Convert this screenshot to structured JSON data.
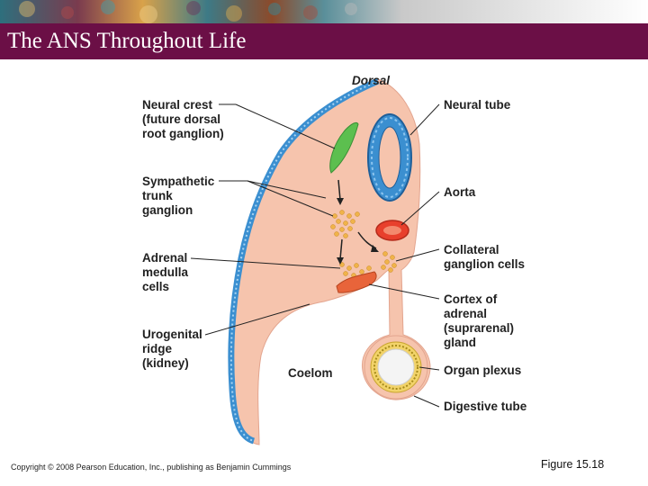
{
  "slide": {
    "title": "The ANS Throughout Life",
    "copyright": "Copyright © 2008 Pearson Education, Inc., publishing as Benjamin Cummings",
    "figure_number": "Figure 15.18"
  },
  "colors": {
    "title_bar": "#6b0f46",
    "tissue": "#f6c4ad",
    "ectoderm": "#3b8fd0",
    "neural_crest": "#5cbf4f",
    "aorta": "#e8402c",
    "ganglion_cells": "#f0b34a"
  },
  "diagram": {
    "orientation_label": "Dorsal",
    "labels": {
      "neural_crest": "Neural crest\n(future dorsal\nroot ganglion)",
      "sympathetic_trunk": "Sympathetic\ntrunk\nganglion",
      "adrenal_medulla": "Adrenal\nmedulla\ncells",
      "urogenital_ridge": "Urogenital\nridge\n(kidney)",
      "coelom": "Coelom",
      "neural_tube": "Neural tube",
      "aorta": "Aorta",
      "collateral_ganglion": "Collateral\nganglion cells",
      "adrenal_cortex": "Cortex of\nadrenal\n(suprarenal)\ngland",
      "organ_plexus": "Organ plexus",
      "digestive_tube": "Digestive tube"
    }
  }
}
